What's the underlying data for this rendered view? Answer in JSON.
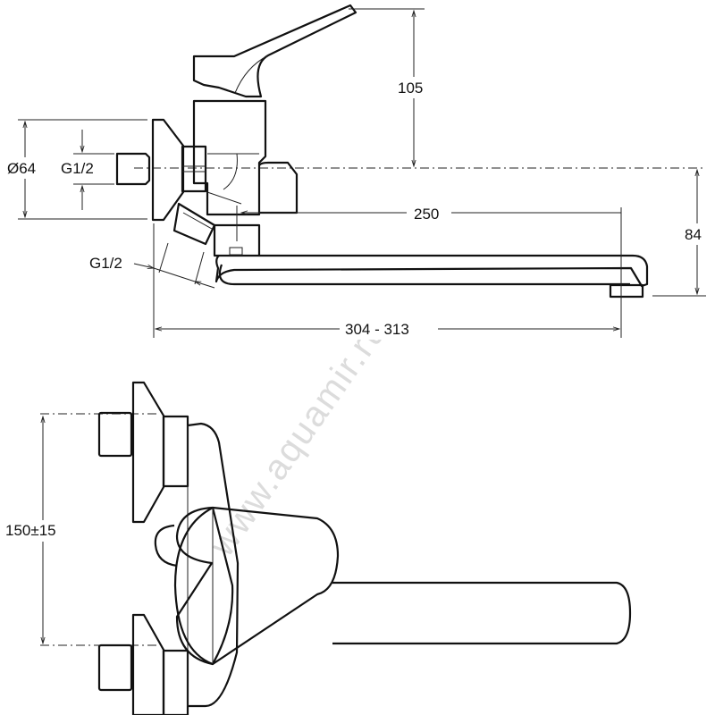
{
  "dimensions": {
    "height_105": "105",
    "diameter_64": "Ø64",
    "thread_inlet": "G1/2",
    "thread_outlet": "G1/2",
    "reach_250": "250",
    "height_84": "84",
    "length_total": "304 - 313",
    "centers": "150±15"
  },
  "watermark": "www.aquamir.ru",
  "colors": {
    "line": "#111111",
    "watermark": "#dcdcdc"
  }
}
